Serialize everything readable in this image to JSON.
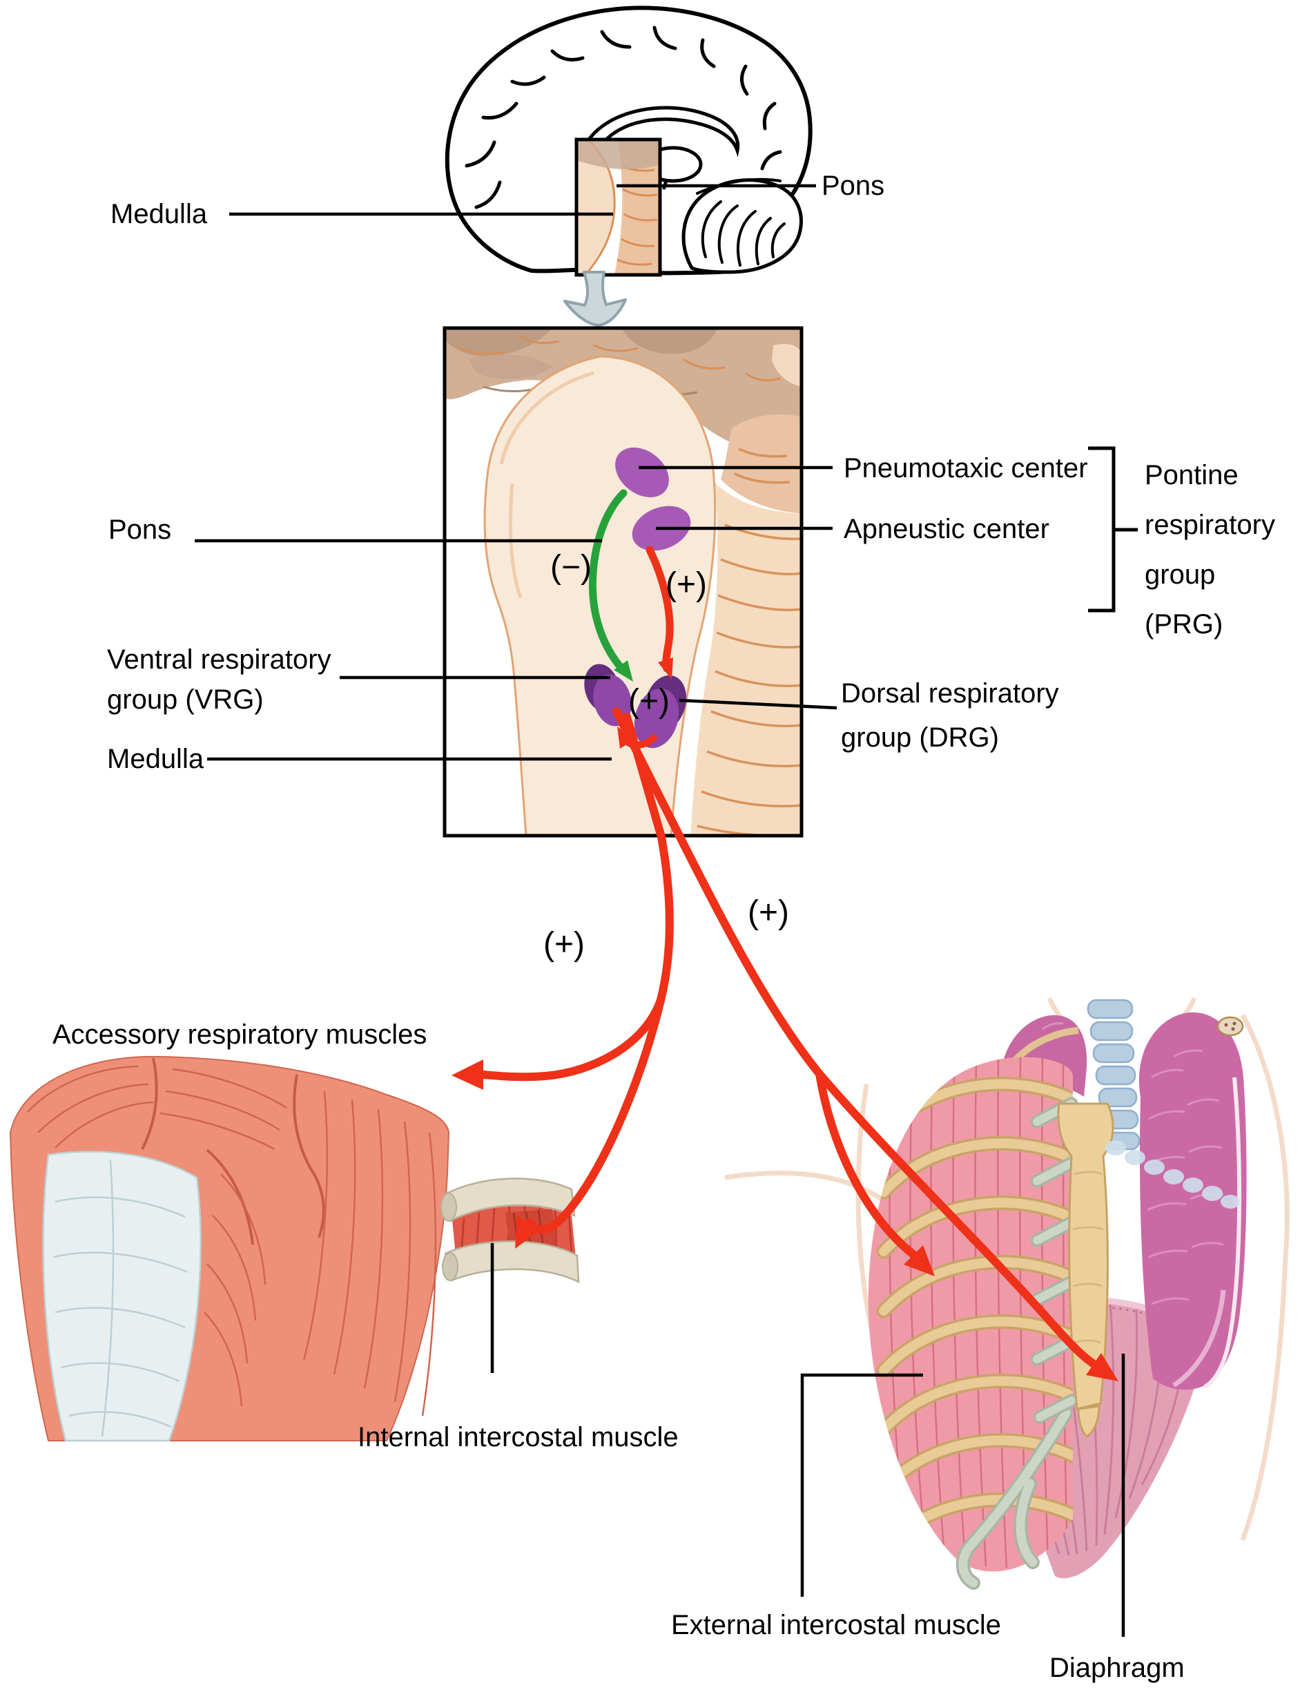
{
  "figure": {
    "labels": {
      "medulla_top": "Medulla",
      "pons_top": "Pons",
      "pneumotaxic": "Pneumotaxic center",
      "apneustic": "Apneustic center",
      "prg": "Pontine\nrespiratory\ngroup (PRG)",
      "pons_mid": "Pons",
      "vrg": "Ventral respiratory\ngroup (VRG)",
      "medulla_mid": "Medulla",
      "drg": "Dorsal respiratory\ngroup (DRG)",
      "accessory_muscles": "Accessory respiratory muscles",
      "internal_intercostal": "Internal intercostal muscle",
      "external_intercostal": "External intercostal muscle",
      "diaphragm": "Diaphragm"
    },
    "signs": {
      "minus": "(−)",
      "plus": "(+)"
    },
    "colors": {
      "arrow_red": "#ee3118",
      "arrow_green": "#27a23b",
      "prg_purple": "#a65ab6",
      "vrg_drg_purple": "#8f48a8",
      "purple_dark": "#652e80",
      "label_line_black": "#000000",
      "gray_arrow_fill": "#ccd7db",
      "brain_tan": "#d2b096",
      "brainstem_cream": "#f9e9d8",
      "muscle_salmon": "#ee9078",
      "bone_tan": "#e8cb97",
      "cartilage_sage": "#ccd6c6",
      "lung_magenta": "#cb69a5",
      "diaphragm_pink": "#e2a0b5"
    }
  }
}
